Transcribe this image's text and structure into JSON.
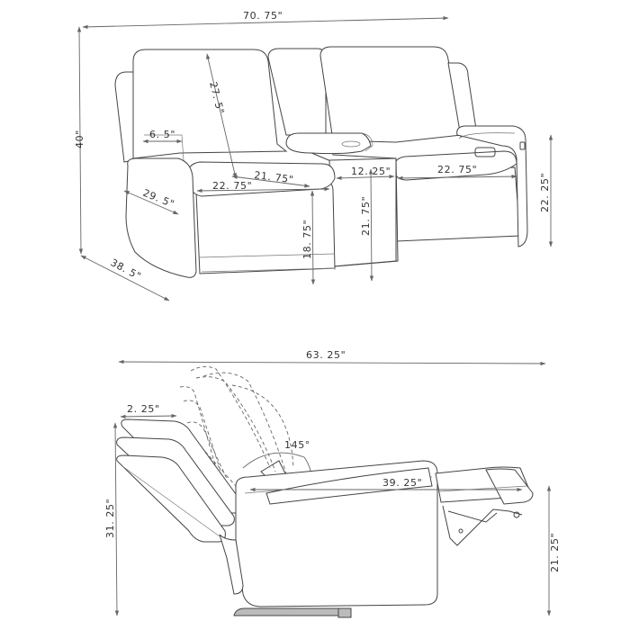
{
  "front_view": {
    "overall_width": "70. 75\"",
    "overall_height": "40\"",
    "depth": "38. 5\"",
    "back_height": "27. 5\"",
    "arm_width": "6. 5\"",
    "arm_depth": "29. 5\"",
    "seat_depth": "21. 75\"",
    "left_seat_width": "22. 75\"",
    "console_width": "12. 25\"",
    "right_seat_width": "22. 75\"",
    "seat_height": "18. 75\"",
    "console_height": "21. 75\"",
    "arm_height": "22. 25\""
  },
  "side_view": {
    "extended_length": "63. 25\"",
    "headrest_offset": "2. 25\"",
    "recline_angle": "145°",
    "seat_to_footrest": "39. 25\"",
    "back_height": "31. 25\"",
    "footrest_height": "21. 25\""
  }
}
